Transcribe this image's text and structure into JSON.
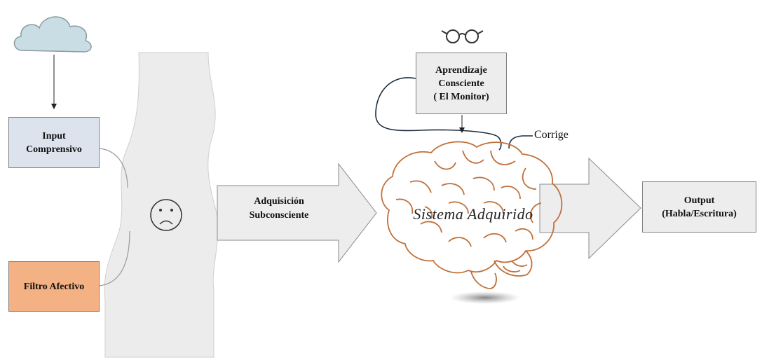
{
  "diagram": {
    "input_box": {
      "label": "Input\nComprensivo"
    },
    "filter_box": {
      "label": "Filtro Afectivo"
    },
    "acquisition_arrow": {
      "label": "Adquisición\nSubconsciente"
    },
    "monitor_box": {
      "label": "Aprendizaje\nConsciente\n( El Monitor)"
    },
    "corrige_label": "Corrige",
    "brain_label": "Sistema Adquirido",
    "output_box": {
      "label": "Output\n(Habla/Escritura)"
    },
    "colors": {
      "input_fill": "#dde3ed",
      "filter_fill": "#f4b183",
      "monitor_fill": "#ededed",
      "output_fill": "#ededed",
      "arrow_fill": "#ededed",
      "brain_stroke": "#c0703a",
      "cloud_fill": "#c9dde5"
    }
  }
}
